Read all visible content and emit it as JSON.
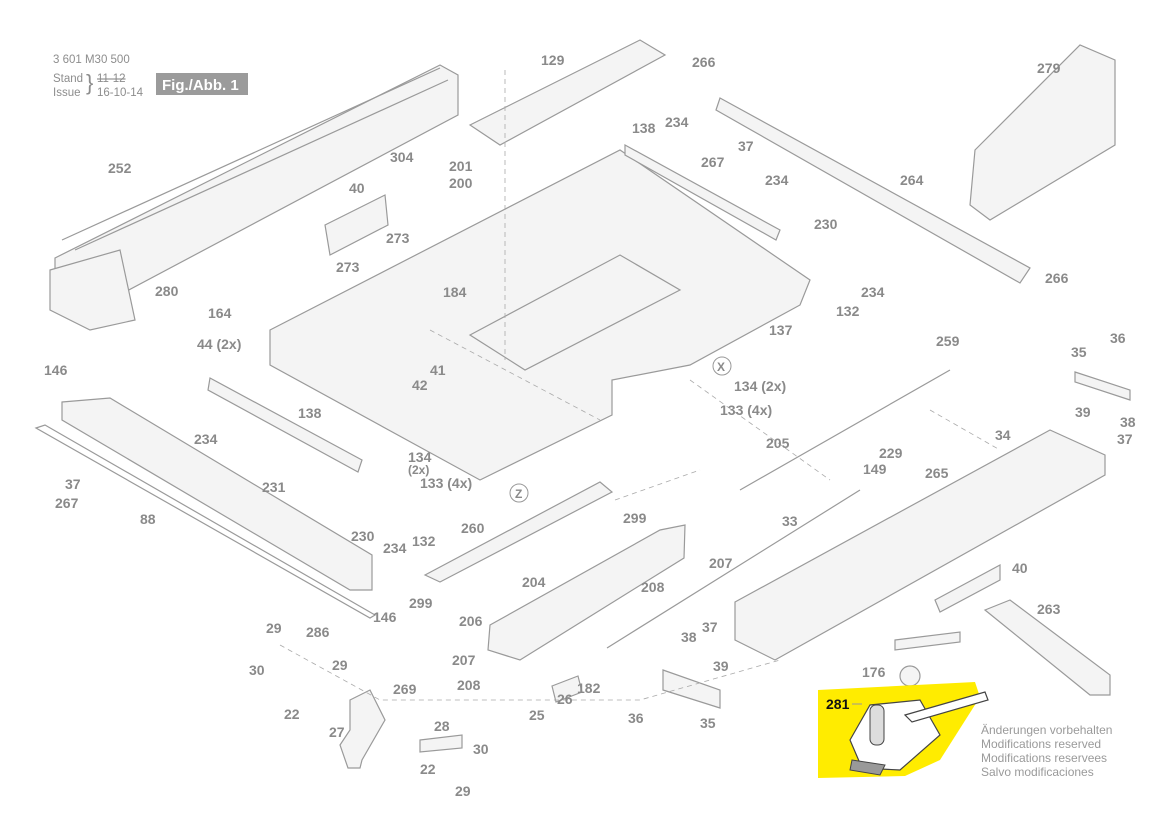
{
  "header": {
    "part_number": "3 601 M30 500",
    "stand_label": "Stand",
    "issue_label": "Issue",
    "stand_value_struck": "11-12",
    "issue_value": "16-10-14",
    "figure_label": "Fig./Abb. 1"
  },
  "notes": [
    "Änderungen vorbehalten",
    "Modifications reserved",
    "Modifications reservees",
    "Salvo modificaciones"
  ],
  "highlight": {
    "part": "281",
    "color": "#ffec00"
  },
  "markers": [
    "X",
    "Z"
  ],
  "callouts": [
    "129",
    "266",
    "279",
    "252",
    "138",
    "234",
    "37",
    "267",
    "304",
    "201",
    "200",
    "234",
    "264",
    "40",
    "230",
    "273",
    "273",
    "266",
    "234",
    "280",
    "184",
    "164",
    "132",
    "137",
    "44 (2x)",
    "259",
    "36",
    "35",
    "146",
    "41",
    "42",
    "134 (2x)",
    "133 (4x)",
    "39",
    "38",
    "37",
    "138",
    "234",
    "34",
    "205",
    "134",
    "(2x)",
    "229",
    "149",
    "265",
    "133 (4x)",
    "37",
    "267",
    "231",
    "299",
    "88",
    "33",
    "260",
    "230",
    "234",
    "132",
    "207",
    "40",
    "204",
    "208",
    "299",
    "146",
    "263",
    "206",
    "29",
    "286",
    "37",
    "38",
    "39",
    "207",
    "29",
    "30",
    "176",
    "182",
    "208",
    "269",
    "22",
    "25",
    "26",
    "36",
    "35",
    "27",
    "28",
    "30",
    "22",
    "29"
  ]
}
